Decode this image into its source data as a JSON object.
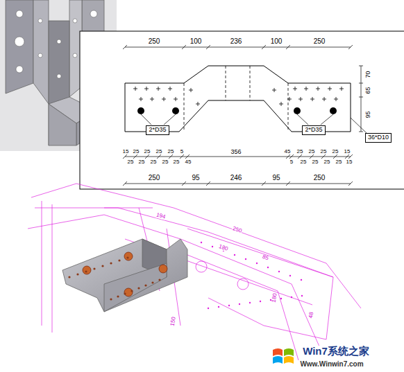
{
  "diagram": {
    "nodes": [
      {
        "text": [
          "2*D35"
        ]
      },
      {
        "text": [
          "2*D35"
        ]
      },
      {
        "text": [
          "36*D10"
        ]
      }
    ],
    "edges": [],
    "labels": [
      "250",
      "100",
      "236",
      "100",
      "250",
      "70",
      "65",
      "95",
      "15",
      "25",
      "25",
      "25",
      "25",
      "5",
      "356",
      "45",
      "25",
      "25",
      "25",
      "25",
      "15",
      "25",
      "25",
      "25",
      "25",
      "25",
      "45",
      "5",
      "25",
      "25",
      "25",
      "25",
      "15",
      "250",
      "95",
      "246",
      "95",
      "250",
      "194",
      "250",
      "180",
      "85",
      "180",
      "48",
      "150",
      "Win7系统之家",
      "Www.Winwin7.com"
    ]
  }
}
